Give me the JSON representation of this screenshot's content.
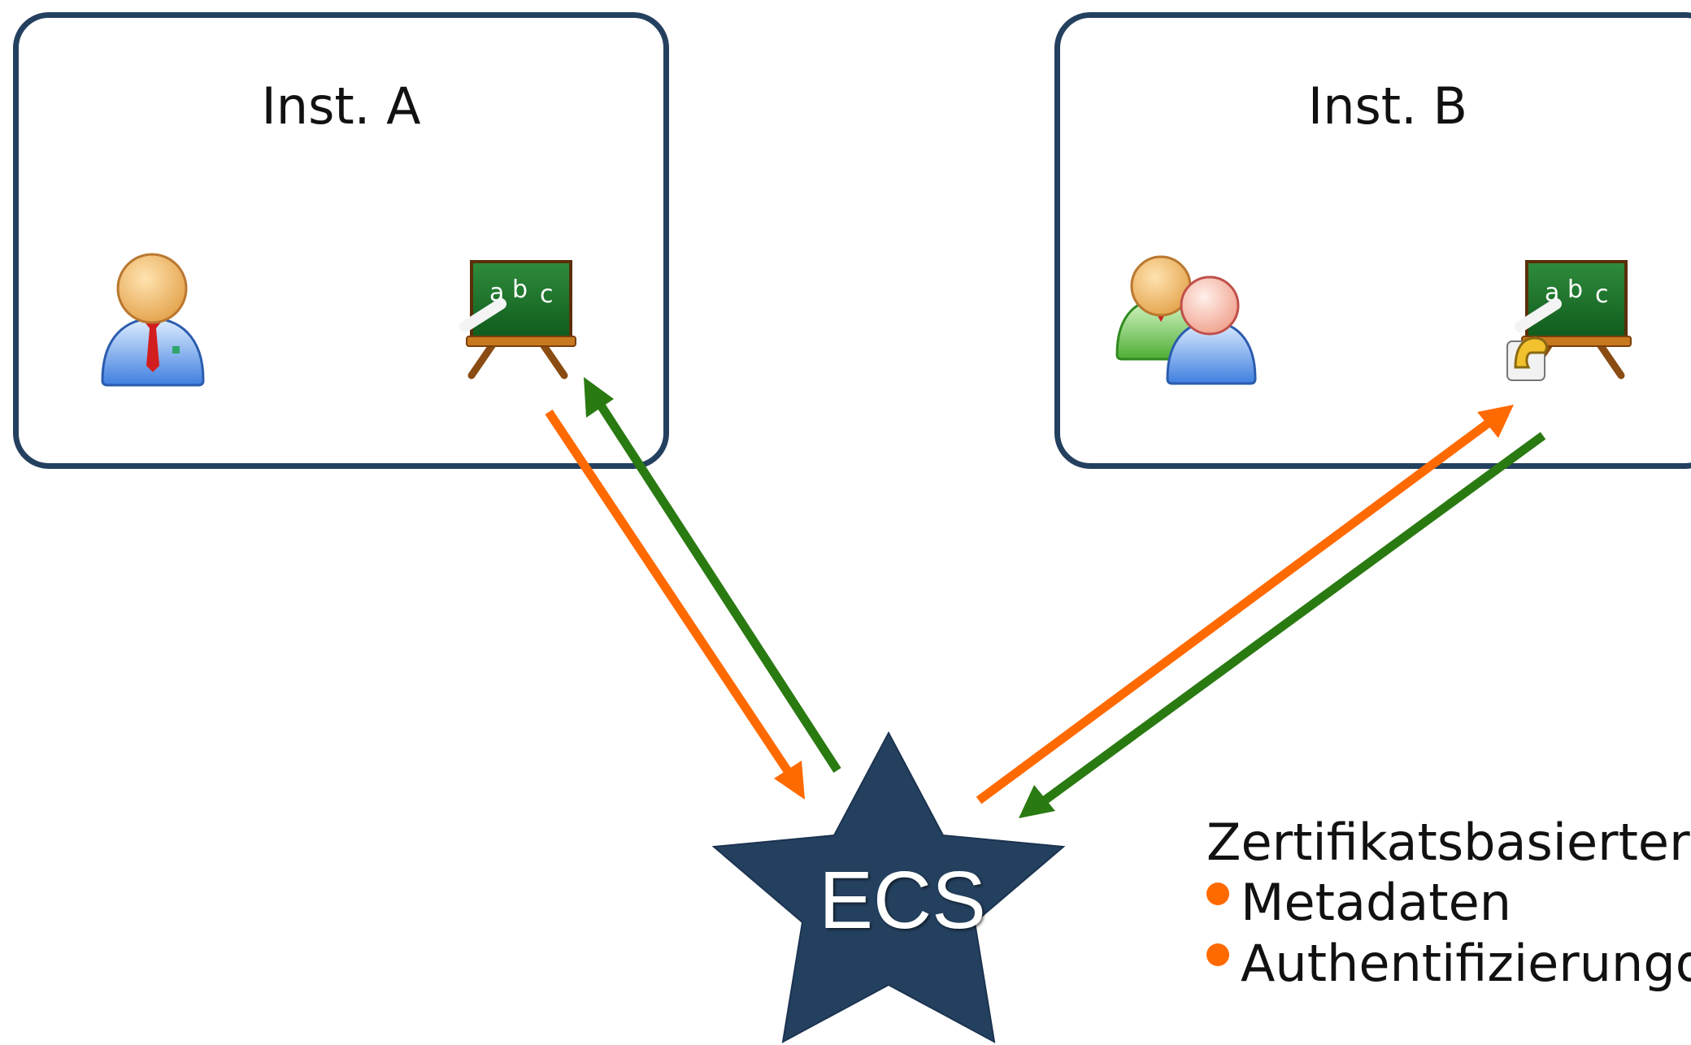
{
  "institutions": [
    {
      "id": "a",
      "title": "Inst. A",
      "icons": [
        "user-icon",
        "course-board-icon"
      ]
    },
    {
      "id": "b",
      "title": "Inst. B",
      "icons": [
        "user-group-icon",
        "course-board-link-icon"
      ]
    }
  ],
  "hub": {
    "label": "ECS",
    "shape": "star"
  },
  "note": {
    "heading": "Zertifikatsbasierter A",
    "bullets": [
      "Metadaten",
      "Authentifizierungd"
    ]
  },
  "colors": {
    "box_border": "#24405f",
    "star_fill": "#24405f",
    "arrow_outgoing": "#ff6a00",
    "arrow_incoming": "#2a7a12",
    "bullet": "#ff6a00"
  }
}
